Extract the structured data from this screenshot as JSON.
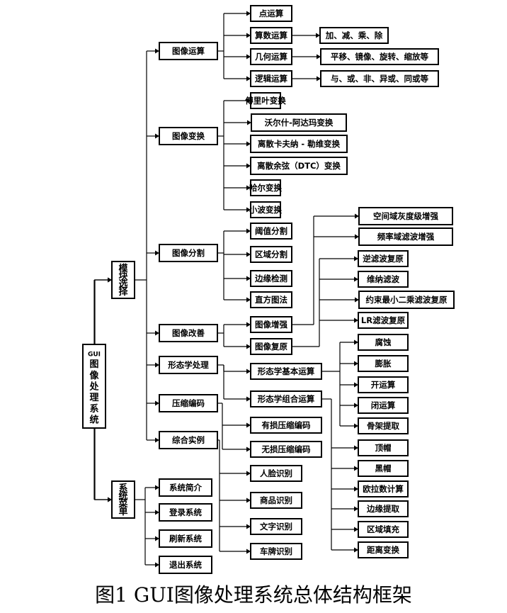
{
  "nodes": {
    "root": "GUI图像处理系统",
    "module_select": "模块选择",
    "system_menu": "系统菜单",
    "image_ops": "图像运算",
    "point_op": "点运算",
    "arith_op": "算数运算",
    "arith_detail": "加、减、乘、除",
    "geom_op": "几何运算",
    "geom_detail": "平移、镜像、旋转、缩放等",
    "logic_op": "逻辑运算",
    "logic_detail": "与、或、非、异或、同或等",
    "image_transform": "图像变换",
    "fourier": "傅里叶变换",
    "walsh": "沃尔什-阿达玛变换",
    "klt": "离散卡夫纳 - 勒维变换",
    "dct": "离散余弦（DTC）变换",
    "haar": "哈尔变换",
    "wavelet": "小波变换",
    "image_seg": "图像分割",
    "threshold_seg": "阈值分割",
    "region_seg": "区域分割",
    "edge_detect": "边缘检测",
    "histogram": "直方图法",
    "image_improve": "图像改善",
    "image_enhance": "图像增强",
    "image_restore": "图像复原",
    "spatial_enhance": "空间域灰度级增强",
    "freq_enhance": "频率域滤波增强",
    "inverse_filter": "逆滤波复原",
    "wiener_filter": "维纳滤波",
    "cls_restore": "约束最小二乘滤波复原",
    "lr_restore": "LR滤波复原",
    "morphology": "形态学处理",
    "morph_basic": "形态学基本运算",
    "morph_combo": "形态学组合运算",
    "erosion": "腐蚀",
    "dilation": "膨胀",
    "opening": "开运算",
    "closing": "闭运算",
    "skeleton": "骨架提取",
    "compression": "压缩编码",
    "lossy": "有损压缩编码",
    "lossless": "无损压缩编码",
    "examples": "综合实例",
    "face_recog": "人脸识别",
    "product_recog": "商品识别",
    "text_recog": "文字识别",
    "plate_recog": "车牌识别",
    "tophat": "顶帽",
    "blackhat": "黑帽",
    "euler": "欧拉数计算",
    "boundary_extract": "边缘提取",
    "region_fill": "区域填充",
    "distance_transform": "距离变换",
    "sys_intro": "系统简介",
    "login": "登录系统",
    "refresh": "刷新系统",
    "exit": "退出系统"
  },
  "caption": "图1 GUI图像处理系统总体结构框架"
}
